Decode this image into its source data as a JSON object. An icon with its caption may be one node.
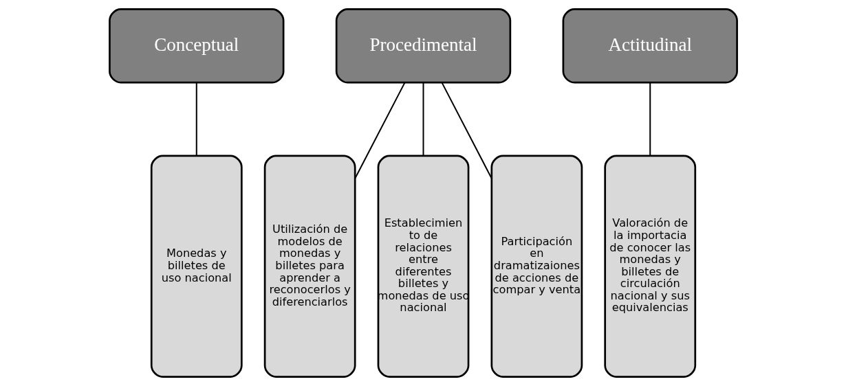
{
  "diagram": {
    "nodes": [
      {
        "text": [
          "Conceptual"
        ]
      },
      {
        "text": [
          "Procedimental"
        ]
      },
      {
        "text": [
          "Actitudinal"
        ]
      },
      {
        "text": [
          "Monedas y billetes de uso nacional"
        ]
      },
      {
        "text": [
          "Utilización de modelos de monedas y billetes para aprender a reconocerlos y diferenciarlos"
        ]
      },
      {
        "text": [
          "Establecimien to de relaciones entre diferentes billetes y monedas de uso nacional"
        ]
      },
      {
        "text": [
          "Participación en dramatizaiones de acciones de compar y venta"
        ]
      },
      {
        "text": [
          "Valoración de la importacia de conocer las monedas y billetes de circulación nacional y sus equivalencias"
        ]
      }
    ],
    "edges": [
      {
        "from": 0,
        "to": 3,
        "arrow": "none"
      },
      {
        "from": 1,
        "to": 4,
        "arrow": "none"
      },
      {
        "from": 1,
        "to": 5,
        "arrow": "none"
      },
      {
        "from": 1,
        "to": 6,
        "arrow": "none"
      },
      {
        "from": 2,
        "to": 7,
        "arrow": "none"
      }
    ]
  }
}
